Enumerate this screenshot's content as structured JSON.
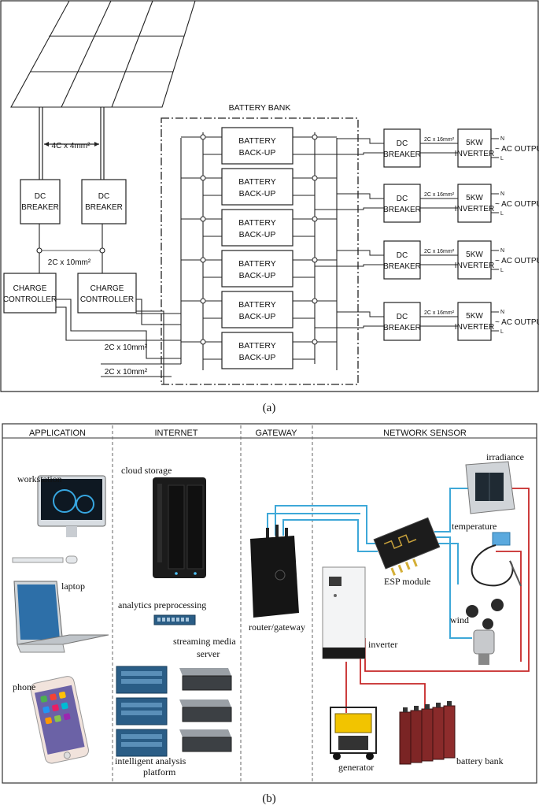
{
  "diagram_a": {
    "caption": "(a)",
    "battery_bank_title": "BATTERY BANK",
    "cable_panels": "4C x 4mm²",
    "cable_breaker_controller": "2C x 10mm²",
    "cable_controller_bank_1": "2C x 10mm²",
    "cable_controller_bank_2": "2C x 10mm²",
    "dc_breaker": [
      "DC",
      "BREAKER"
    ],
    "charge_controller": [
      "CHARGE",
      "CONTROLLER"
    ],
    "battery": [
      "BATTERY",
      "BACK-UP"
    ],
    "battery_count": 6,
    "output_cable": "2C x 16mm²",
    "inverter": [
      "5KW",
      "INVERTER"
    ],
    "ac_output": "~ AC OUTPUT",
    "terminal_n": "N",
    "terminal_l": "L",
    "output_rows": 4
  },
  "diagram_b": {
    "caption": "(b)",
    "columns": [
      "APPLICATION",
      "INTERNET",
      "GATEWAY",
      "NETWORK SENSOR"
    ],
    "labels": {
      "workstation": "workstation",
      "laptop": "laptop",
      "phone": "phone",
      "cloud_storage": "cloud storage",
      "analytics": "analytics preprocessing",
      "streaming": [
        "streaming media",
        "server"
      ],
      "intelligent": [
        "intelligent analysis",
        "platform"
      ],
      "router": "router/gateway",
      "inverter": "inverter",
      "esp": "ESP module",
      "irradiance": "irradiance",
      "temperature": "temperature",
      "wind": "wind",
      "generator": "generator",
      "battery_bank": "battery bank"
    },
    "colors": {
      "signal": "#3ea8d8",
      "power": "#c62828",
      "server": "#2a5d86"
    }
  }
}
